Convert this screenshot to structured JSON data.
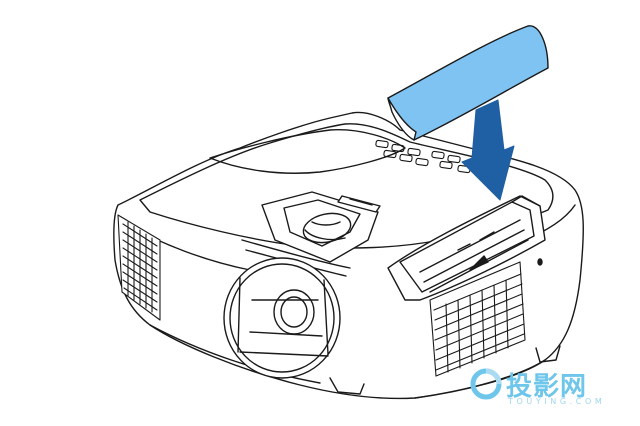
{
  "illustration": {
    "subject": "projector-lamp-cover-installation",
    "colors": {
      "line": "#1a1a1a",
      "cover_fill": "#7ec3f2",
      "arrow": "#1f5fa3",
      "body": "#ffffff"
    }
  },
  "watermark": {
    "cn": "投影网",
    "en": "TOUYING.COM",
    "color": "#6ec6ea"
  }
}
